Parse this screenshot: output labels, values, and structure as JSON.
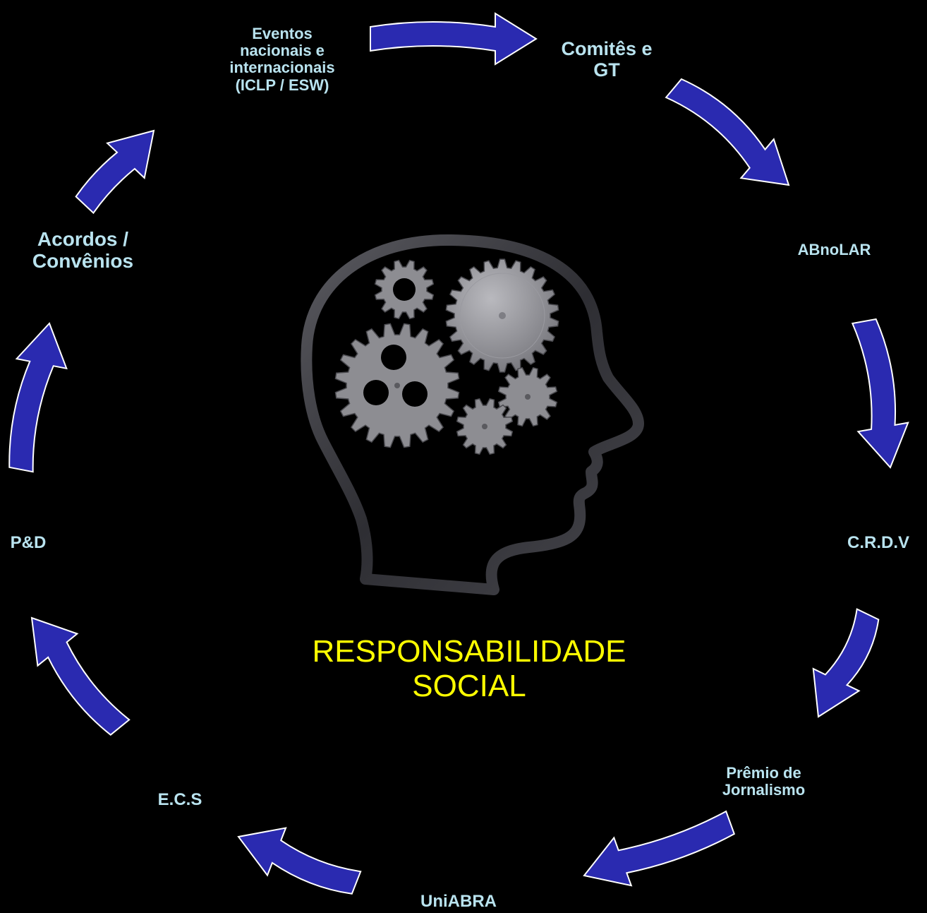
{
  "center_title": "RESPONSABILIDADE\nSOCIAL",
  "colors": {
    "background": "#000000",
    "node_text": "#b9e3ef",
    "arrow_fill": "#2a2ab0",
    "arrow_stroke": "#ffffff",
    "center_title": "#ffff00",
    "head_outline": "#3a3a3e",
    "gear": "#8d8d92"
  },
  "cycle_nodes": [
    {
      "id": "eventos",
      "label": "Eventos\nnacionais e\ninternacionais\n(ICLP / ESW)"
    },
    {
      "id": "comites",
      "label": "Comitês e\nGT"
    },
    {
      "id": "abnolar",
      "label": "ABnoLAR"
    },
    {
      "id": "crdv",
      "label": "C.R.D.V"
    },
    {
      "id": "premio",
      "label": "Prêmio de\nJornalismo"
    },
    {
      "id": "uniabra",
      "label": "UniABRA"
    },
    {
      "id": "ecs",
      "label": "E.C.S"
    },
    {
      "id": "ped",
      "label": "P&D"
    },
    {
      "id": "acordos",
      "label": "Acordos /\nConvênios"
    }
  ],
  "central_icon": "head-with-gears-icon"
}
